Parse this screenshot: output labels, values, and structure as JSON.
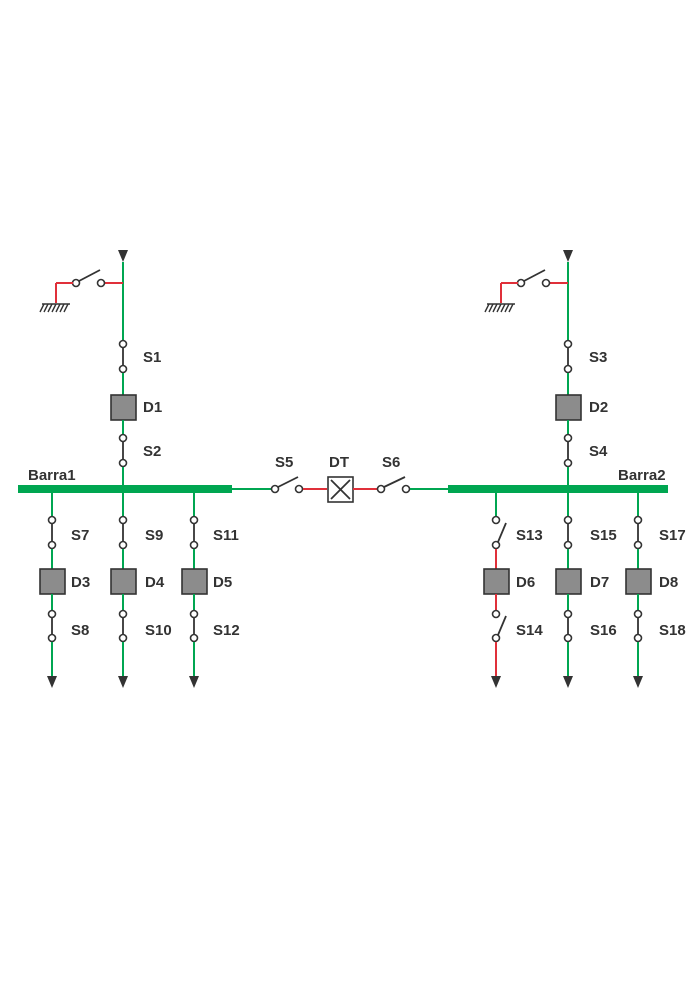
{
  "diagram": {
    "colors": {
      "energized": "#00a651",
      "deenergized": "#e0303a",
      "device": "#8c8c8c",
      "outline": "#333333"
    },
    "busbars": [
      {
        "id": "barra1",
        "label": "Barra1"
      },
      {
        "id": "barra2",
        "label": "Barra2"
      }
    ],
    "switches": [
      {
        "id": "s1",
        "label": "S1"
      },
      {
        "id": "s2",
        "label": "S2"
      },
      {
        "id": "s3",
        "label": "S3"
      },
      {
        "id": "s4",
        "label": "S4"
      },
      {
        "id": "s5",
        "label": "S5"
      },
      {
        "id": "s6",
        "label": "S6"
      },
      {
        "id": "s7",
        "label": "S7"
      },
      {
        "id": "s8",
        "label": "S8"
      },
      {
        "id": "s9",
        "label": "S9"
      },
      {
        "id": "s10",
        "label": "S10"
      },
      {
        "id": "s11",
        "label": "S11"
      },
      {
        "id": "s12",
        "label": "S12"
      },
      {
        "id": "s13",
        "label": "S13"
      },
      {
        "id": "s14",
        "label": "S14"
      },
      {
        "id": "s15",
        "label": "S15"
      },
      {
        "id": "s16",
        "label": "S16"
      },
      {
        "id": "s17",
        "label": "S17"
      },
      {
        "id": "s18",
        "label": "S18"
      }
    ],
    "breakers": [
      {
        "id": "d1",
        "label": "D1"
      },
      {
        "id": "d2",
        "label": "D2"
      },
      {
        "id": "d3",
        "label": "D3"
      },
      {
        "id": "d4",
        "label": "D4"
      },
      {
        "id": "d5",
        "label": "D5"
      },
      {
        "id": "d6",
        "label": "D6"
      },
      {
        "id": "d7",
        "label": "D7"
      },
      {
        "id": "d8",
        "label": "D8"
      },
      {
        "id": "dt",
        "label": "DT"
      }
    ]
  }
}
